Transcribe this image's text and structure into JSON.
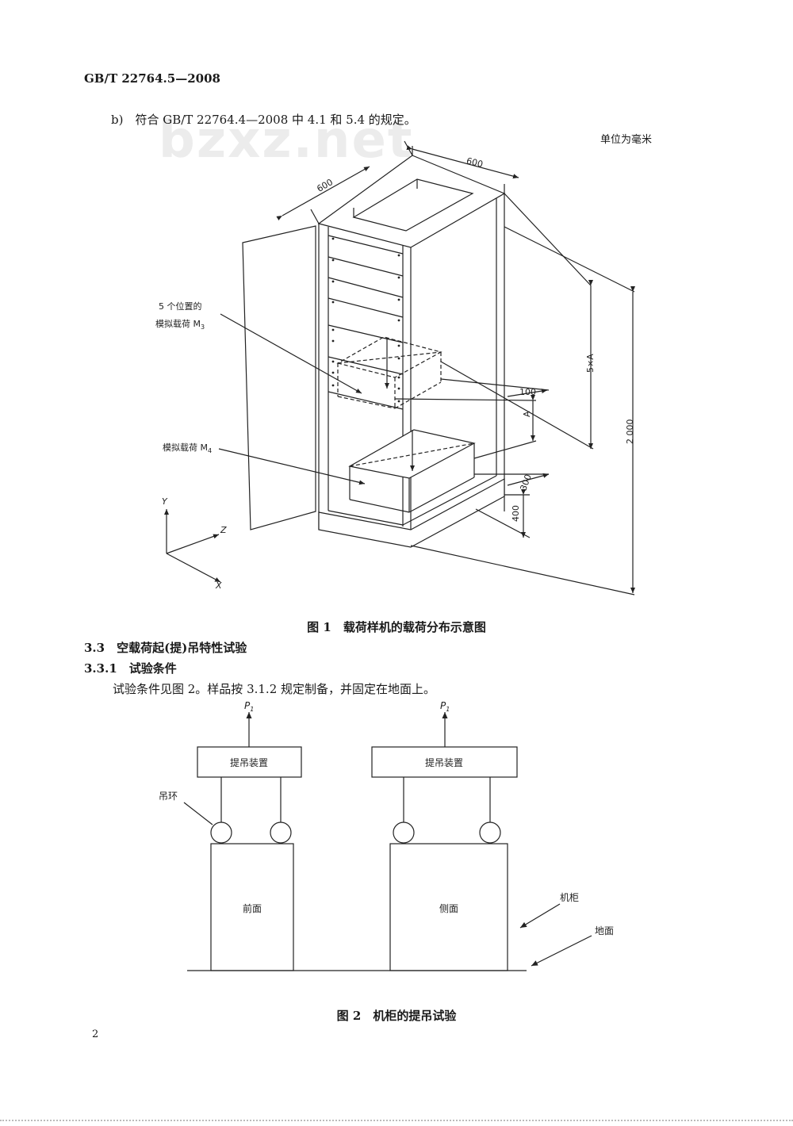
{
  "header": {
    "standard_number": "GB/T 22764.5—2008"
  },
  "watermark": "bzxz.net",
  "item_b": "b)　符合 GB/T 22764.4—2008 中 4.1 和 5.4 的规定。",
  "unit_note": "单位为毫米",
  "figure1": {
    "caption": "图 1　载荷样机的载荷分布示意图",
    "dim_width": "600",
    "dim_depth": "600",
    "dim_5a": "5×A",
    "dim_2000": "2 000",
    "dim_100": "100",
    "dim_a": "A",
    "dim_300": "300",
    "dim_400": "400",
    "label_m3_line1": "5 个位置的",
    "label_m3_line2": "模拟载荷 M",
    "label_m3_sub": "3",
    "label_m4": "模拟载荷 M",
    "label_m4_sub": "4",
    "axis_y": "Y",
    "axis_z": "Z",
    "axis_x": "X"
  },
  "section_3_3": "3.3　空载荷起(提)吊特性试验",
  "section_3_3_1": "3.3.1　试验条件",
  "paragraph": "试验条件见图 2。样品按 3.1.2 规定制备，并固定在地面上。",
  "figure2": {
    "caption": "图 2　机柜的提吊试验",
    "force_label": "P",
    "force_sub": "1",
    "lift_device_label": "提吊装置",
    "ring_label": "吊环",
    "front_label": "前面",
    "side_label": "侧面",
    "cabinet_label": "机柜",
    "ground_label": "地面"
  },
  "page_number": "2"
}
